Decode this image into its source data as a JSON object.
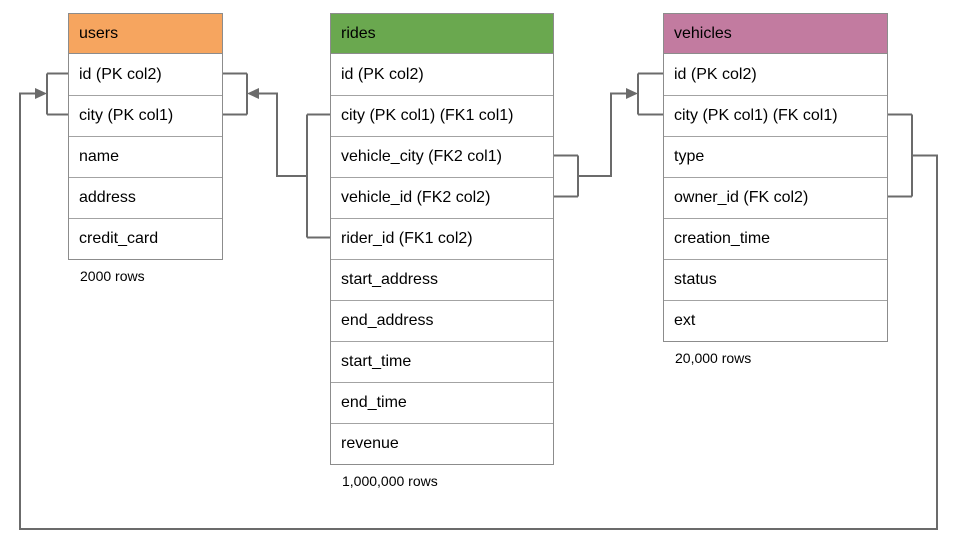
{
  "diagram": {
    "connector_color": "#6b6b6b",
    "tables": [
      {
        "name": "users",
        "header_color": "#f6a55f",
        "columns": [
          "id (PK col2)",
          "city (PK col1)",
          "name",
          "address",
          "credit_card"
        ],
        "row_count": "2000 rows"
      },
      {
        "name": "rides",
        "header_color": "#6aa84f",
        "columns": [
          "id (PK col2)",
          "city (PK col1) (FK1 col1)",
          "vehicle_city (FK2 col1)",
          "vehicle_id (FK2 col2)",
          "rider_id (FK1 col2)",
          "start_address",
          "end_address",
          "start_time",
          "end_time",
          "revenue"
        ],
        "row_count": "1,000,000 rows"
      },
      {
        "name": "vehicles",
        "header_color": "#c27ba0",
        "columns": [
          "id (PK col2)",
          "city (PK col1) (FK col1)",
          "type",
          "owner_id (FK col2)",
          "creation_time",
          "status",
          "ext"
        ],
        "row_count": "20,000 rows"
      }
    ],
    "connectors": [
      {
        "name": "fk1-rides-to-users",
        "arrowhead": "points-left-into-users-right-bracket"
      },
      {
        "name": "fk2-rides-to-vehicles",
        "arrowhead": "points-right-into-vehicles-left-bracket"
      },
      {
        "name": "fk-vehicles-to-users",
        "arrowhead": "points-right-into-users-left-bracket"
      }
    ]
  }
}
